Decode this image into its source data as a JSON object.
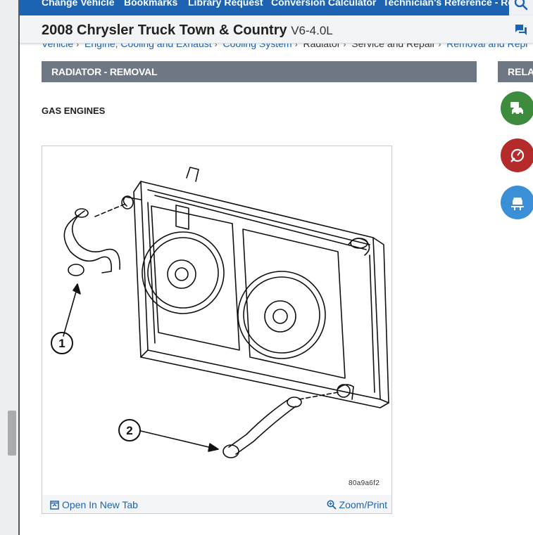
{
  "topnav": {
    "items": [
      "Change Vehicle",
      "Bookmarks",
      "Library Request",
      "Conversion Calculator",
      "Technician's Reference - Re"
    ]
  },
  "vehicle": {
    "title": "2008 Chrysler Truck Town & Country",
    "engine": "V6-4.0L"
  },
  "breadcrumb": {
    "items": [
      "Vehicle",
      "Engine, Cooling and Exhaust",
      "Cooling System",
      "Radiator",
      "Service and Repair",
      "Removal and Repl"
    ]
  },
  "section": {
    "title": "RADIATOR - REMOVAL",
    "side_title": "RELAT",
    "subheading": "GAS ENGINES"
  },
  "figure": {
    "id": "80a9a6f2",
    "open_label": "Open In New Tab",
    "zoom_label": "Zoom/Print",
    "callouts": [
      "1",
      "2"
    ]
  },
  "sidebar_buttons": [
    {
      "icon": "vehicle-service-icon",
      "color": "#3d8b3d"
    },
    {
      "icon": "diagnostic-gauge-icon",
      "color": "#b52b2b"
    },
    {
      "icon": "vehicle-lift-icon",
      "color": "#3a8fd6"
    }
  ],
  "colors": {
    "nav_blue": "#1d63b4",
    "header_gray": "#6d7884",
    "link_blue": "#1d63b4"
  }
}
